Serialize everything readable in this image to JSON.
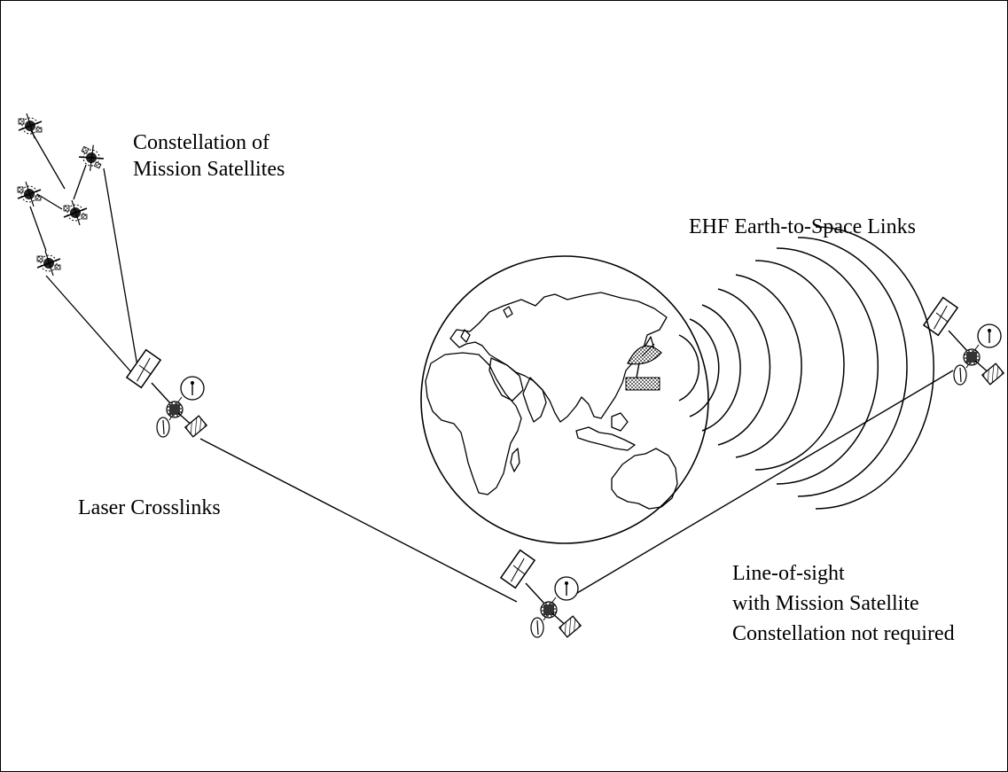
{
  "labels": {
    "constellation": [
      "Constellation of",
      "Mission Satellites"
    ],
    "ehf": "EHF Earth-to-Space Links",
    "laser": "Laser Crosslinks",
    "los": [
      "Line-of-sight",
      "with Mission Satellite",
      "Constellation not required"
    ]
  },
  "colors": {
    "stroke": "#000000",
    "background": "#ffffff"
  },
  "icons": {
    "mission_satellite": "small-satellite-icon",
    "relay_satellite": "relay-satellite-icon",
    "earth": "earth-globe-icon",
    "ground_station": "dish-antenna-icon"
  }
}
